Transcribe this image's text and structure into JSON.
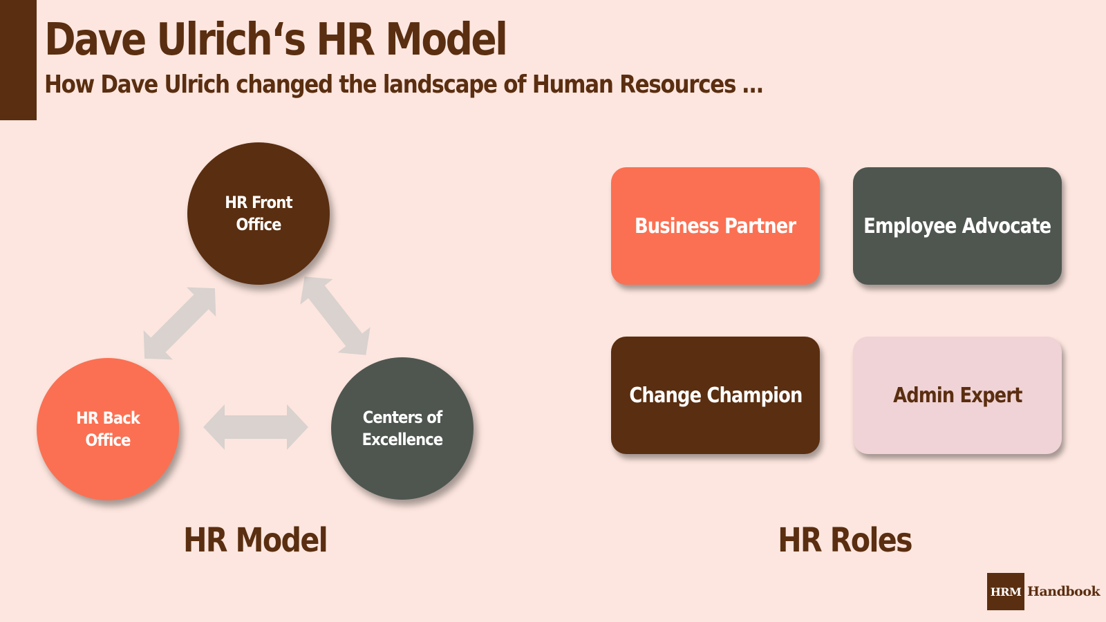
{
  "header": {
    "title": "Dave Ulrich‘s HR Model",
    "subtitle": "How Dave Ulrich changed the landscape of Human Resources …"
  },
  "hr_model": {
    "label": "HR Model",
    "nodes": {
      "front_office": "HR Front Office",
      "back_office": "HR Back Office",
      "centers_of_excellence": "Centers of Excellence"
    },
    "connections": [
      {
        "from": "HR Back Office",
        "to": "HR Front Office",
        "type": "bidirectional"
      },
      {
        "from": "HR Front Office",
        "to": "Centers of Excellence",
        "type": "bidirectional"
      },
      {
        "from": "HR Back Office",
        "to": "Centers of Excellence",
        "type": "bidirectional"
      }
    ]
  },
  "hr_roles": {
    "label": "HR Roles",
    "roles": {
      "business_partner": "Business Partner",
      "employee_advocate": "Employee Advocate",
      "change_champion": "Change Champion",
      "admin_expert": "Admin Expert"
    }
  },
  "brand": {
    "box_text": "HRM",
    "name": "Handbook"
  },
  "colors": {
    "background": "#fde6df",
    "brown": "#5a2e10",
    "coral": "#fb7052",
    "slate": "#4f5650",
    "pink": "#f0d3d6",
    "arrow": "#d9d2cf"
  }
}
